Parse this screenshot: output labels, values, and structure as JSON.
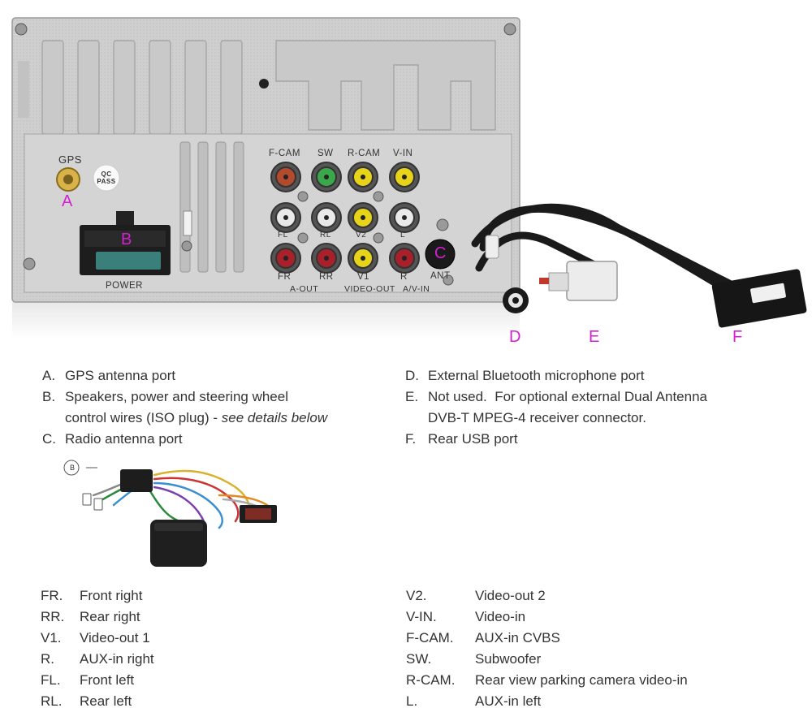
{
  "unit": {
    "port_labels": {
      "gps": "GPS",
      "qc_pass": "QC\nPASS",
      "power": "POWER",
      "ant": "ANT",
      "f_cam": "F-CAM",
      "sw": "SW",
      "r_cam": "R-CAM",
      "v_in": "V-IN",
      "fl": "FL",
      "rl": "RL",
      "v2": "V2",
      "l": "L",
      "fr": "FR",
      "rr": "RR",
      "v1": "V1",
      "r": "R",
      "a_out": "A-OUT",
      "video_out": "VIDEO-OUT",
      "av_in": "A/V-IN"
    },
    "callouts": {
      "a": "A",
      "b": "B",
      "c": "C",
      "d": "D",
      "e": "E",
      "f": "F"
    },
    "callout_color": "#d21fd0"
  },
  "legend_left": [
    {
      "key": "A.",
      "text": "GPS antenna port"
    },
    {
      "key": "B.",
      "text": "Speakers, power and steering wheel",
      "text2": "control wires (ISO plug) - ",
      "text2_em": "see details below"
    },
    {
      "key": "C.",
      "text": "Radio antenna port"
    }
  ],
  "legend_right": [
    {
      "key": "D.",
      "text": "External Bluetooth microphone port"
    },
    {
      "key": "E.",
      "text": "Not used.  For optional external Dual Antenna",
      "text2": "DVB-T MPEG-4 receiver connector."
    },
    {
      "key": "F.",
      "text": "Rear USB port"
    }
  ],
  "harness": {
    "badge": "B"
  },
  "abbrev_left": [
    {
      "key": "FR.",
      "text": "Front right"
    },
    {
      "key": "RR.",
      "text": "Rear right"
    },
    {
      "key": "V1.",
      "text": "Video-out 1"
    },
    {
      "key": "R.",
      "text": "AUX-in right"
    },
    {
      "key": "FL.",
      "text": "Front left"
    },
    {
      "key": "RL.",
      "text": "Rear left"
    }
  ],
  "abbrev_right": [
    {
      "key": "V2.",
      "text": "Video-out 2"
    },
    {
      "key": "V-IN.",
      "text": "Video-in"
    },
    {
      "key": "F-CAM.",
      "text": "AUX-in CVBS"
    },
    {
      "key": "SW.",
      "text": "Subwoofer"
    },
    {
      "key": "R-CAM.",
      "text": "Rear view parking camera video-in"
    },
    {
      "key": "L.",
      "text": "AUX-in left"
    }
  ]
}
